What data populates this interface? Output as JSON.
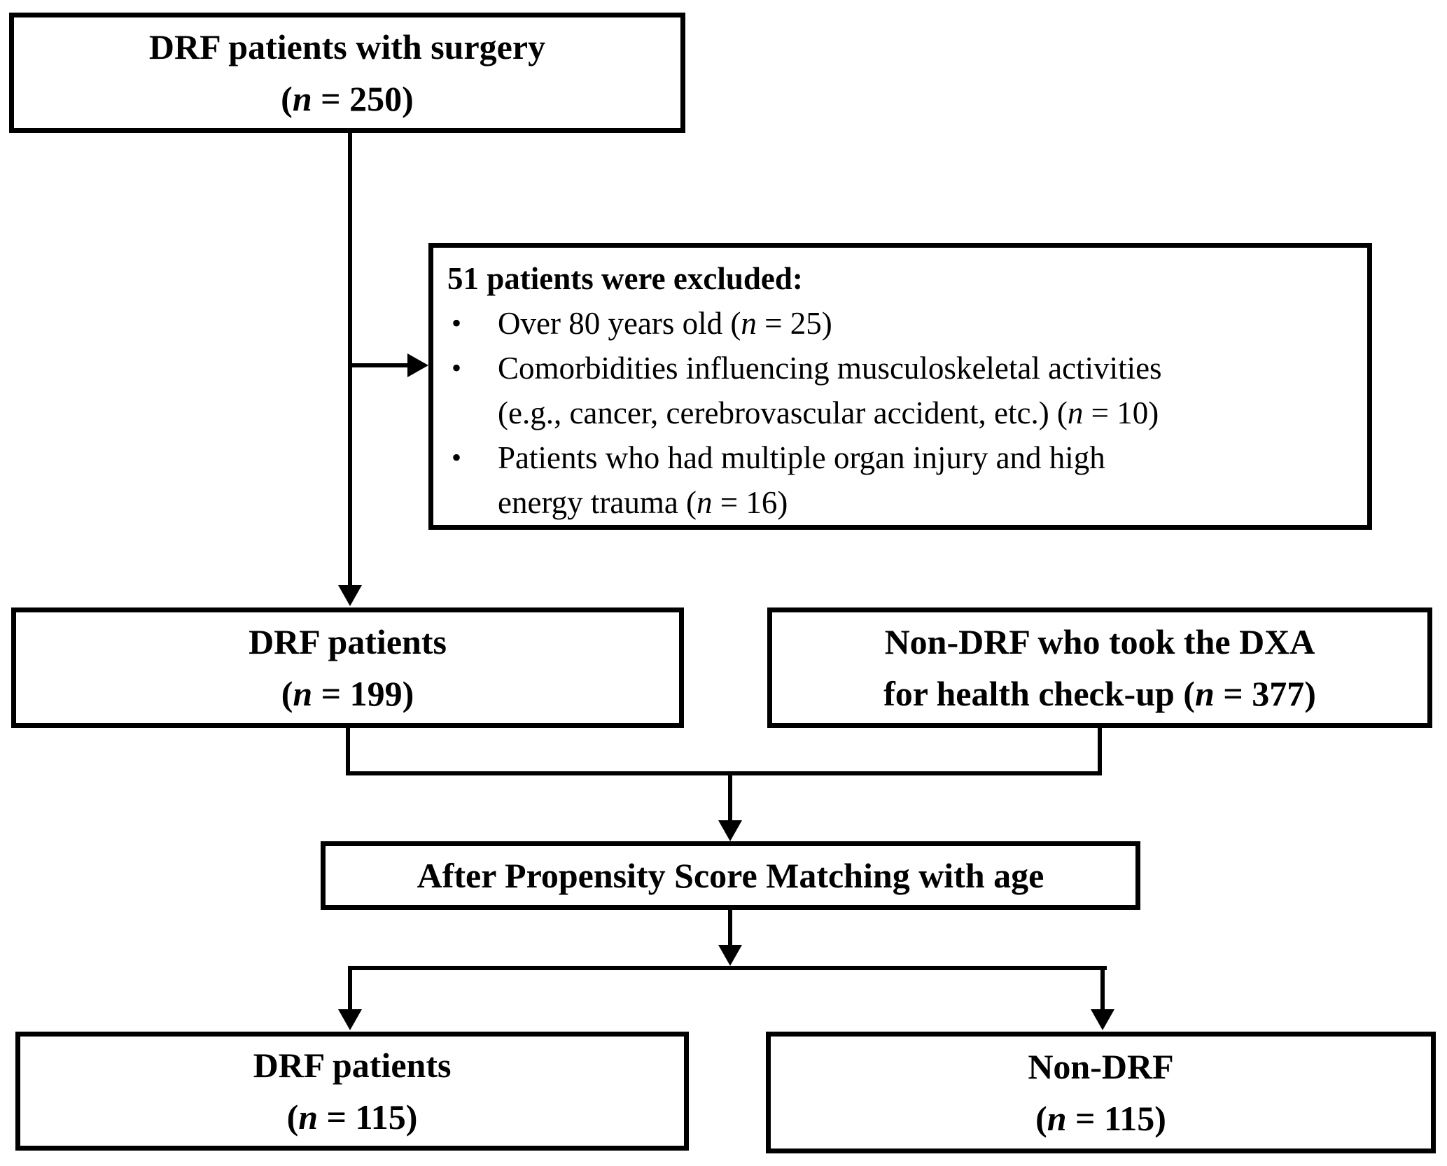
{
  "diagram": {
    "background_color": "#ffffff",
    "line_color": "#000000",
    "bullet_char": "•",
    "nodes": {
      "surgery": {
        "lines": [
          [
            {
              "t": "DRF patients with surgery"
            }
          ],
          [
            {
              "t": "("
            },
            {
              "t": "n",
              "i": 1
            },
            {
              "t": " = 250)"
            }
          ]
        ]
      },
      "excluded": {
        "title": "51 patients were excluded:",
        "items": [
          {
            "lines": [
              [
                {
                  "t": "Over 80 years old ("
                },
                {
                  "t": "n",
                  "i": 1
                },
                {
                  "t": " = 25)"
                }
              ]
            ]
          },
          {
            "lines": [
              [
                {
                  "t": "Comorbidities influencing musculoskeletal activities"
                }
              ],
              [
                {
                  "t": "(e.g., cancer, cerebrovascular accident, etc.) ("
                },
                {
                  "t": "n",
                  "i": 1
                },
                {
                  "t": " = 10)"
                }
              ]
            ]
          },
          {
            "lines": [
              [
                {
                  "t": "Patients who had multiple organ injury and high"
                }
              ],
              [
                {
                  "t": "energy trauma ("
                },
                {
                  "t": "n",
                  "i": 1
                },
                {
                  "t": " = 16)"
                }
              ]
            ]
          }
        ]
      },
      "drf_199": {
        "lines": [
          [
            {
              "t": "DRF patients"
            }
          ],
          [
            {
              "t": "("
            },
            {
              "t": "n",
              "i": 1
            },
            {
              "t": " = 199)"
            }
          ]
        ]
      },
      "nondrf_377": {
        "lines": [
          [
            {
              "t": "Non-DRF who took the DXA"
            }
          ],
          [
            {
              "t": "for health check-up ("
            },
            {
              "t": "n",
              "i": 1
            },
            {
              "t": " = 377)"
            }
          ]
        ]
      },
      "psm": {
        "lines": [
          [
            {
              "t": "After Propensity Score Matching with age"
            }
          ]
        ]
      },
      "drf_115": {
        "lines": [
          [
            {
              "t": "DRF patients"
            }
          ],
          [
            {
              "t": "("
            },
            {
              "t": "n",
              "i": 1
            },
            {
              "t": " = 115)"
            }
          ]
        ]
      },
      "nondrf_115": {
        "lines": [
          [
            {
              "t": "Non-DRF"
            }
          ],
          [
            {
              "t": "("
            },
            {
              "t": "n",
              "i": 1
            },
            {
              "t": " = 115)"
            }
          ]
        ]
      }
    }
  }
}
